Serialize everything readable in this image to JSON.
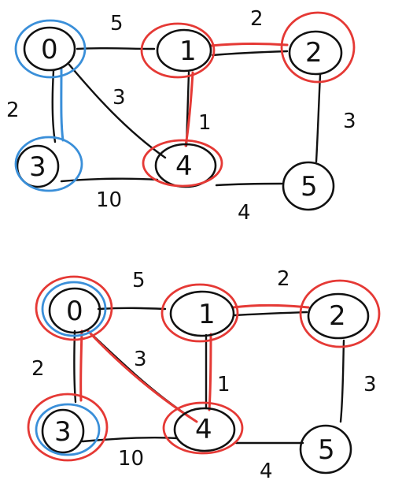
{
  "colors": {
    "ink": "#111111",
    "blue": "#3a8fd9",
    "red": "#e53935"
  },
  "diagrams": [
    {
      "nodes": [
        {
          "id": "n0",
          "label": "0"
        },
        {
          "id": "n1",
          "label": "1"
        },
        {
          "id": "n2",
          "label": "2"
        },
        {
          "id": "n3",
          "label": "3"
        },
        {
          "id": "n4",
          "label": "4"
        },
        {
          "id": "n5",
          "label": "5"
        }
      ],
      "edges": [
        {
          "from": "0",
          "to": "1",
          "weight": "5"
        },
        {
          "from": "1",
          "to": "2",
          "weight": "2"
        },
        {
          "from": "0",
          "to": "3",
          "weight": "2"
        },
        {
          "from": "0",
          "to": "4",
          "weight": "3"
        },
        {
          "from": "1",
          "to": "4",
          "weight": "1"
        },
        {
          "from": "2",
          "to": "5",
          "weight": "3"
        },
        {
          "from": "3",
          "to": "4",
          "weight": "10"
        },
        {
          "from": "4",
          "to": "5",
          "weight": "4"
        }
      ]
    },
    {
      "nodes": [
        {
          "id": "n0",
          "label": "0"
        },
        {
          "id": "n1",
          "label": "1"
        },
        {
          "id": "n2",
          "label": "2"
        },
        {
          "id": "n3",
          "label": "3"
        },
        {
          "id": "n4",
          "label": "4"
        },
        {
          "id": "n5",
          "label": "5"
        }
      ],
      "edges": [
        {
          "from": "0",
          "to": "1",
          "weight": "5"
        },
        {
          "from": "1",
          "to": "2",
          "weight": "2"
        },
        {
          "from": "0",
          "to": "3",
          "weight": "2"
        },
        {
          "from": "0",
          "to": "4",
          "weight": "3"
        },
        {
          "from": "1",
          "to": "4",
          "weight": "1"
        },
        {
          "from": "2",
          "to": "5",
          "weight": "3"
        },
        {
          "from": "3",
          "to": "4",
          "weight": "10"
        },
        {
          "from": "4",
          "to": "5",
          "weight": "4"
        }
      ]
    }
  ]
}
